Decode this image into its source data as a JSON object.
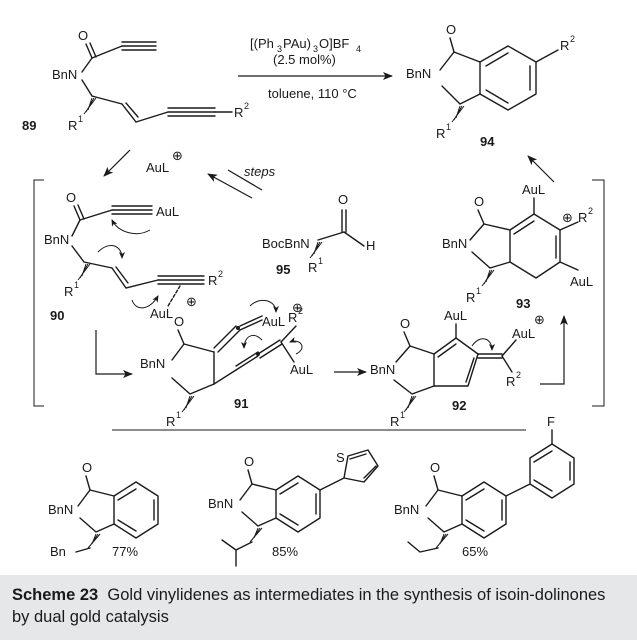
{
  "reaction": {
    "reagent_line1": "[(Ph",
    "reagent_sub1": "3",
    "reagent_line1b": "PAu)",
    "reagent_sub2": "3",
    "reagent_line1c": "O]BF",
    "reagent_sub3": "4",
    "reagent_line2": "(2.5 mol%)",
    "conditions": "toluene, 110 °C",
    "steps_label": "steps"
  },
  "compounds": {
    "c89": "89",
    "c90": "90",
    "c91": "91",
    "c92": "92",
    "c93": "93",
    "c94": "94",
    "c95": "95"
  },
  "atoms": {
    "O": "O",
    "H": "H",
    "BnN": "BnN",
    "BocBnN": "BocBnN",
    "AuL": "AuL",
    "R": "R",
    "sup1": "1",
    "sup2": "2",
    "plus": "⊕",
    "Bn": "Bn",
    "F": "F",
    "S": "S"
  },
  "examples": [
    {
      "yield": "77%"
    },
    {
      "yield": "85%"
    },
    {
      "yield": "65%"
    }
  ],
  "caption": {
    "label": "Scheme 23",
    "text": "Gold vinylidenes as intermediates in the synthesis of isoin-dolinones by dual gold catalysis"
  }
}
